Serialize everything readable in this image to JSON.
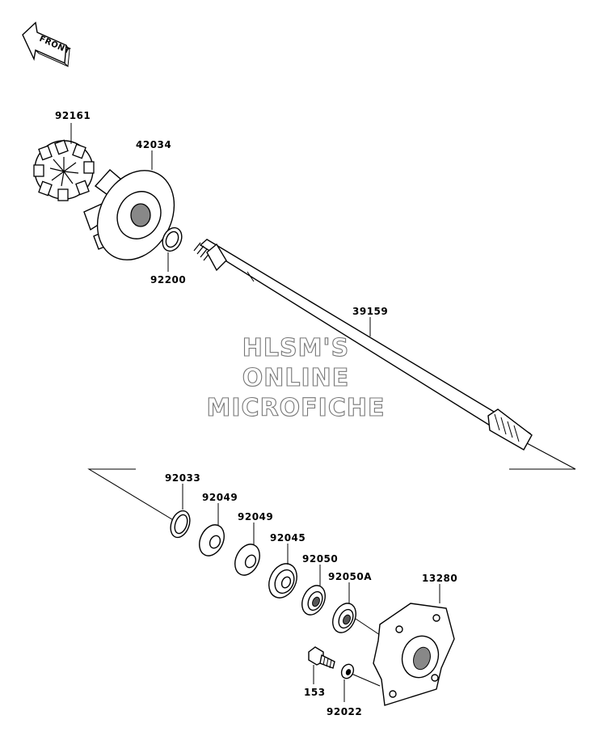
{
  "front_arrow_label": "FRONT",
  "watermark": {
    "line1": "HLSM'S",
    "line2": "ONLINE",
    "line3": "MICROFICHE"
  },
  "parts": {
    "p92161": "92161",
    "p42034": "42034",
    "p92200": "92200",
    "p39159": "39159",
    "p92033": "92033",
    "p92049a": "92049",
    "p92049b": "92049",
    "p92045": "92045",
    "p92050": "92050",
    "p92050A": "92050A",
    "p13280": "13280",
    "p153": "153",
    "p92022": "92022"
  }
}
